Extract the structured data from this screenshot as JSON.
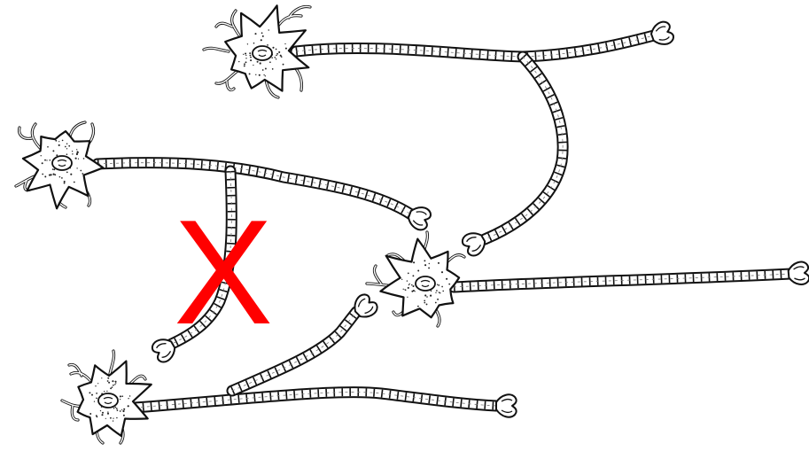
{
  "diagram": {
    "blocked_marker": {
      "text": "X",
      "color": "#ff0000"
    },
    "neurons": [
      {
        "name": "neuron-top",
        "axon": "branching",
        "terminals": 2
      },
      {
        "name": "neuron-upper-left",
        "axon": "branching",
        "terminals": 2
      },
      {
        "name": "neuron-middle-right",
        "axon": "single",
        "terminals": 1
      },
      {
        "name": "neuron-bottom-left",
        "axon": "branching",
        "terminals": 2
      }
    ],
    "colors": {
      "ink": "#111111",
      "background": "#ffffff"
    }
  }
}
